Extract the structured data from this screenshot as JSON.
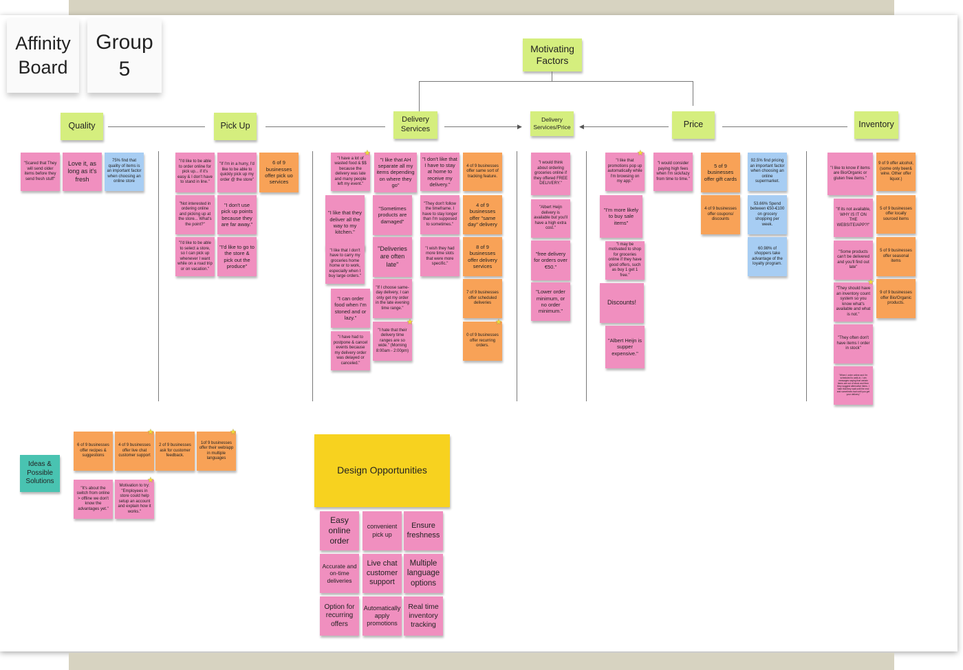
{
  "board": {
    "title_line1": "Affinity",
    "title_line2": "Board",
    "group_line1": "Group",
    "group_line2": "5",
    "motivating_line1": "Motivating",
    "motivating_line2": "Factors",
    "design_opportunities": "Design Opportunities",
    "ideas_label": "Ideas & Possible Solutions"
  },
  "categories": {
    "quality": "Quality",
    "pickup": "Pick Up",
    "delivery": "Delivery Services",
    "delivery_price": "Delivery Services/Price",
    "price": "Price",
    "inventory": "Inventory"
  },
  "quality": [
    "\"Scared that They will send older items before they send fresh stuff\"",
    "Love it, as long as it's fresh",
    "75% find that quality of items is an important factor when choosing an online store"
  ],
  "pickup": [
    "\"I'd like to be able to order online for pick up... if it's easy & I don't have to stand in line.\"",
    "\"If I'm in a hurry, I'd like to be able to quickly pick up my order @ the store\"",
    "6 of 9 businesses offer pick uo services",
    "\"Not interested in ordering online and picking up at the store... What's the point?\"",
    "\"I don't use pick up points because they are far away.\"",
    "\"I'd like to be able to select a store, so I can pick up whenever I want while on a road trip or on vacation.\"",
    "\"I'd like to go to the store & pick out the produce\""
  ],
  "delivery": [
    "\"I have a lot of wasted food & $$ because the delivery was late and many people left my event.\"",
    "\"I like that AH separate all my items depending on where they go\"",
    "\"I don't like that I have to stay at home to receive my delivery.\"",
    "4 of 9 businesses offer same sort of tracking feature.",
    "\"I like that they deliver all the way to my kitchen.\"",
    "\"Sometimes products are damaged\"",
    "\"They don't follow the timeframe. I have to stay longer than I'm supposed to sometimes.\"",
    "4 of 9 businesses offer \"same day\" delivery",
    "\"I like that I don't have to carry my groceries home home or to work, especially when I buy large orders.\"",
    "\"Deliveries are often late\"",
    "\"I wish they had more time slots that were more specific.\"",
    "8 of 9 businesses offer delivery services",
    "\"I can order food when I'm stoned and or lazy.\"",
    "\"If I choose same-day delivery, I can only get my order in the late evening time range.\"",
    "7 of 9 businesses offer scheduled deliveries",
    "\"I have had to postpone & cancel events because my delivery order was delayed or canceled.\"",
    "\"I hate that their delivery time ranges are so wide.\" (Morning 8:00am - 2:00pm)",
    "0 of 9 businesses offer recurring orders."
  ],
  "delivery_price": [
    "\"I would think about ordering groceries online if they offered FREE DELIVERY.\"",
    "\"Albert Heijn delivery is available but you'll have a high extra cost.\"",
    "\"free delivery for orders over €50.\"",
    "\"Lower order minimum, or no order minimum.\""
  ],
  "price": [
    "\"I like that promotions pop up automatically while I'm browsing on my app.\"",
    "\"I would consider paying high fees when I'm sick/lazy from time to time.\"",
    "5 of 9 businesses offer gift cards",
    "92.5% find pricing an important factor when choosing an online supermarket.",
    "\"I'm more likely to buy sale items\"",
    "4 of 9 businesses offer coupons/ discounts",
    "53.66% Spend between €50-€100 on grocery shopping per week.",
    "\"I may be motivated to shop for groceries online if they have good offers, such as buy 1 get 1 free.\"",
    "60.98% of shoppers take advantage of the loyalty program.",
    "Discounts!",
    "\"Albert Heijn is supper expensive.\""
  ],
  "inventory": [
    "\"I like to know if items are Bio/Organic or gluten free items.\"",
    "9 of 9 offer alcohol, (some only beer& wine. Other offer liquor.)",
    "\"If its not available, WHY IS IT ON THE WEBSITE/APP?!\"",
    "5 of 9 businesses offer locally sourced items",
    "\"Some products can't be delivered and you'll find out late\"",
    "5 of 9 businesses offer seasonal items",
    "\"They should have an inventory count system so you know what's available and what is not.\"",
    "9 of 9 businesses offer Bio/Organic products.",
    "\"They often don't have items I order in stock\"",
    "\"When I order online and I'm scheduled to walk-in, I am messages saying that certain items are out of stock and then they suggest alternative items. I hate that they wait until the end and sometimes bad until you get your delivery\""
  ],
  "ideas": [
    "6 of 9 businesses offer recipes & suggestions",
    "4 of 9 businesses offer live chat customer support",
    "2 of 9 businesses ask for customer feedback.",
    "1of 9 businesses offer their web/app in multiple languages",
    "\"It's about the switch from online > offline we don't know the advantages yet.\"",
    "Motivation to try: \"Employees in store could help setup an account and explain how it works.\""
  ],
  "opportunities": [
    "Easy online order",
    "convenient pick up",
    "Ensure freshness",
    "Accurate and on-time deliveries",
    "Live chat customer support",
    "Multiple language options",
    "Option for recurring offers",
    "Automatically apply promotions",
    "Real time inventory tracking"
  ],
  "colors": {
    "pink": "#f08fbf",
    "orange": "#f8a257",
    "blue": "#a7cdf3",
    "green": "#d5ee7e",
    "teal": "#49c3b1",
    "yellow": "#f7d21f"
  }
}
